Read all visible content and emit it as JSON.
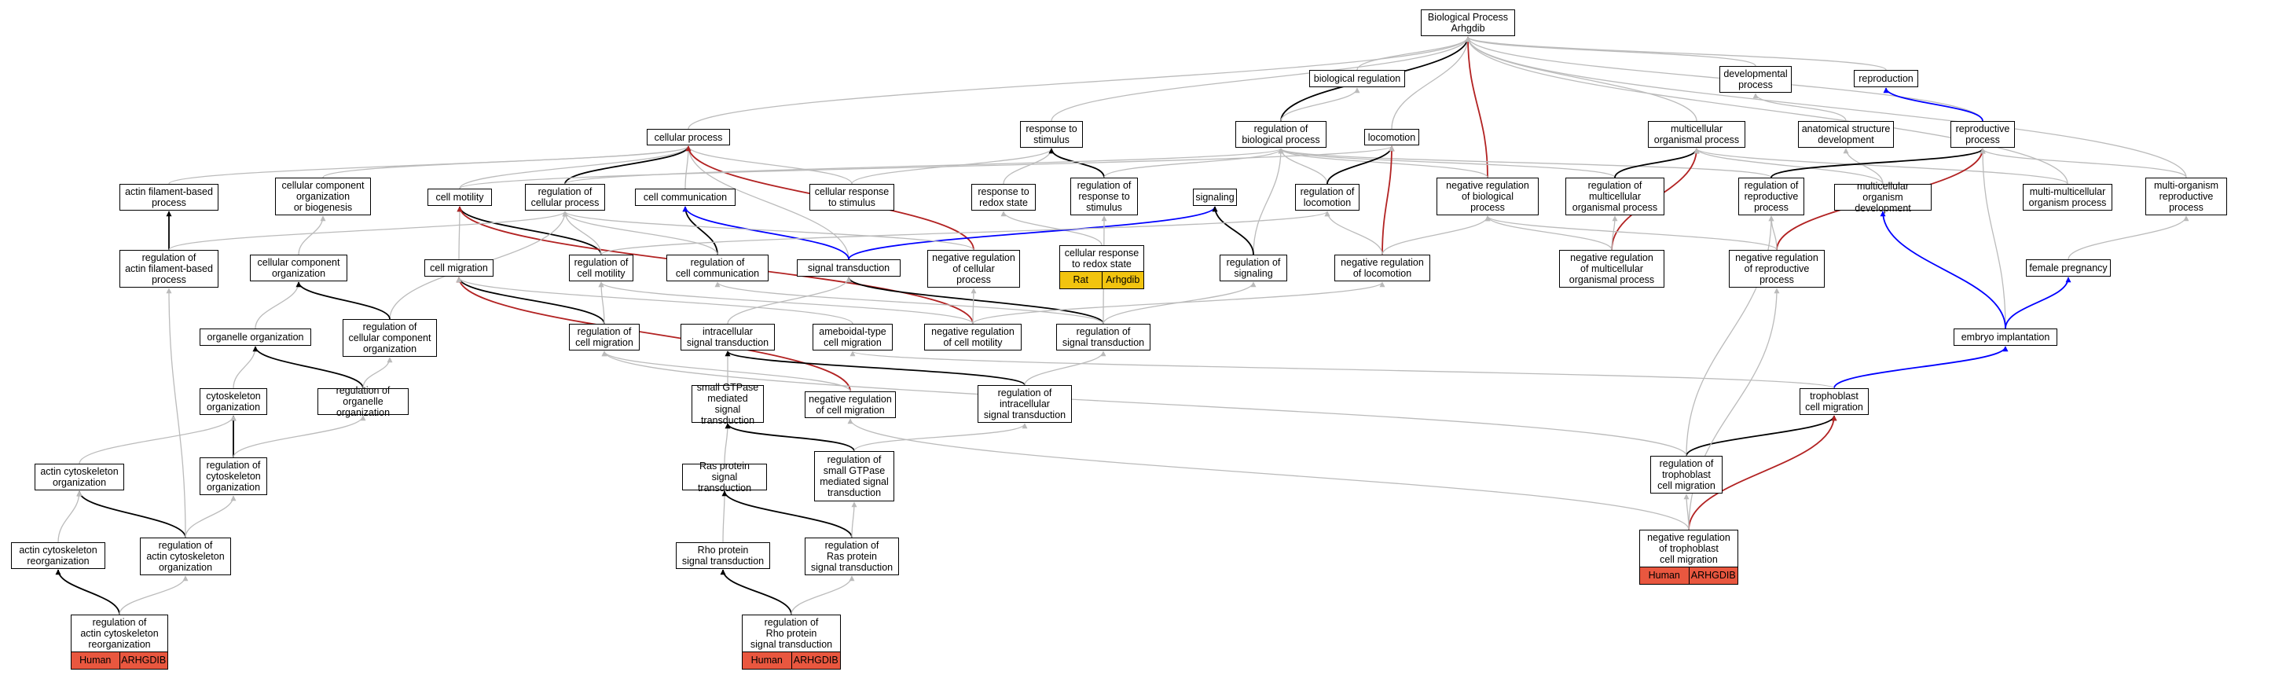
{
  "nodes": [
    {
      "id": "bp",
      "label": "Biological Process\nArhgdib"
    },
    {
      "id": "breg",
      "label": "biological regulation"
    },
    {
      "id": "dev",
      "label": "developmental\nprocess"
    },
    {
      "id": "repro",
      "label": "reproduction"
    },
    {
      "id": "cellp",
      "label": "cellular process"
    },
    {
      "id": "resp",
      "label": "response to\nstimulus"
    },
    {
      "id": "regbp",
      "label": "regulation of\nbiological process"
    },
    {
      "id": "loco",
      "label": "locomotion"
    },
    {
      "id": "mop",
      "label": "multicellular\norganismal process"
    },
    {
      "id": "asd",
      "label": "anatomical structure\ndevelopment"
    },
    {
      "id": "rp",
      "label": "reproductive\nprocess"
    },
    {
      "id": "afb",
      "label": "actin filament-based\nprocess"
    },
    {
      "id": "ccob",
      "label": "cellular component\norganization\nor biogenesis"
    },
    {
      "id": "cmot",
      "label": "cell motility"
    },
    {
      "id": "regcp",
      "label": "regulation of\ncellular process"
    },
    {
      "id": "ccomm",
      "label": "cell communication"
    },
    {
      "id": "crs",
      "label": "cellular response\nto stimulus"
    },
    {
      "id": "rrs",
      "label": "response to\nredox state"
    },
    {
      "id": "regrs",
      "label": "regulation of\nresponse to\nstimulus"
    },
    {
      "id": "sig",
      "label": "signaling"
    },
    {
      "id": "regloco",
      "label": "regulation of\nlocomotion"
    },
    {
      "id": "nrbp",
      "label": "negative regulation\nof biological\nprocess"
    },
    {
      "id": "rmop",
      "label": "regulation of\nmulticellular\norganismal process"
    },
    {
      "id": "rrp",
      "label": "regulation of\nreproductive\nprocess"
    },
    {
      "id": "mod",
      "label": "multicellular\norganism development"
    },
    {
      "id": "mmop",
      "label": "multi-multicellular\norganism process"
    },
    {
      "id": "morp",
      "label": "multi-organism\nreproductive\nprocess"
    },
    {
      "id": "rafb",
      "label": "regulation of\nactin filament-based\nprocess"
    },
    {
      "id": "cco",
      "label": "cellular component\norganization"
    },
    {
      "id": "cmig",
      "label": "cell migration"
    },
    {
      "id": "rcm",
      "label": "regulation of\ncell motility"
    },
    {
      "id": "rcc",
      "label": "regulation of\ncell communication"
    },
    {
      "id": "st",
      "label": "signal transduction"
    },
    {
      "id": "nrcp",
      "label": "negative regulation\nof cellular\nprocess"
    },
    {
      "id": "crrs",
      "label": "cellular response\nto redox state",
      "tags": [
        "Rat",
        "Arhgdib"
      ],
      "tagClass": "tag-gold"
    },
    {
      "id": "rsig",
      "label": "regulation of\nsignaling"
    },
    {
      "id": "nrloco",
      "label": "negative regulation\nof locomotion"
    },
    {
      "id": "nrmop",
      "label": "negative regulation\nof multicellular\norganismal process"
    },
    {
      "id": "nrrp",
      "label": "negative regulation\nof reproductive\nprocess"
    },
    {
      "id": "fp",
      "label": "female pregnancy"
    },
    {
      "id": "oo",
      "label": "organelle organization"
    },
    {
      "id": "rcco",
      "label": "regulation of\ncellular component\norganization"
    },
    {
      "id": "rcmig",
      "label": "regulation of\ncell migration"
    },
    {
      "id": "ist",
      "label": "intracellular\nsignal transduction"
    },
    {
      "id": "acm",
      "label": "ameboidal-type\ncell migration"
    },
    {
      "id": "nrcmot",
      "label": "negative regulation\nof cell motility"
    },
    {
      "id": "rst",
      "label": "regulation of\nsignal transduction"
    },
    {
      "id": "ei",
      "label": "embryo implantation"
    },
    {
      "id": "co",
      "label": "cytoskeleton\norganization"
    },
    {
      "id": "roo",
      "label": "regulation of\norganelle organization"
    },
    {
      "id": "sgtp",
      "label": "small GTPase\nmediated signal\ntransduction"
    },
    {
      "id": "nrcmig",
      "label": "negative regulation\nof cell migration"
    },
    {
      "id": "rist",
      "label": "regulation of\nintracellular\nsignal transduction"
    },
    {
      "id": "tcm",
      "label": "trophoblast\ncell migration"
    },
    {
      "id": "aco",
      "label": "actin cytoskeleton\norganization"
    },
    {
      "id": "rco",
      "label": "regulation of\ncytoskeleton\norganization"
    },
    {
      "id": "rps",
      "label": "Ras protein\nsignal transduction"
    },
    {
      "id": "rsgtp",
      "label": "regulation of\nsmall GTPase\nmediated signal\ntransduction"
    },
    {
      "id": "rtcm",
      "label": "regulation of\ntrophoblast\ncell migration"
    },
    {
      "id": "acr",
      "label": "actin cytoskeleton\nreorganization"
    },
    {
      "id": "raco",
      "label": "regulation of\nactin cytoskeleton\norganization"
    },
    {
      "id": "rhops",
      "label": "Rho protein\nsignal transduction"
    },
    {
      "id": "rrps",
      "label": "regulation of\nRas protein\nsignal transduction"
    },
    {
      "id": "nrtcm",
      "label": "negative regulation\nof trophoblast\ncell migration",
      "tags": [
        "Human",
        "ARHGDIB"
      ],
      "tagClass": "tag-red"
    },
    {
      "id": "racr",
      "label": "regulation of\nactin cytoskeleton\nreorganization",
      "tags": [
        "Human",
        "ARHGDIB"
      ],
      "tagClass": "tag-red"
    },
    {
      "id": "rrhops",
      "label": "regulation of\nRho protein\nsignal transduction",
      "tags": [
        "Human",
        "ARHGDIB"
      ],
      "tagClass": "tag-red"
    }
  ],
  "edges": [
    [
      "breg",
      "bp",
      "#bbbbbb"
    ],
    [
      "dev",
      "bp",
      "#bbbbbb"
    ],
    [
      "repro",
      "bp",
      "#bbbbbb"
    ],
    [
      "cellp",
      "bp",
      "#bbbbbb"
    ],
    [
      "resp",
      "bp",
      "#bbbbbb"
    ],
    [
      "regbp",
      "bp",
      "#000000"
    ],
    [
      "loco",
      "bp",
      "#bbbbbb"
    ],
    [
      "mop",
      "bp",
      "#bbbbbb"
    ],
    [
      "rp",
      "bp",
      "#bbbbbb"
    ],
    [
      "nrbp",
      "bp",
      "#b22222"
    ],
    [
      "mmop",
      "bp",
      "#bbbbbb"
    ],
    [
      "morp",
      "bp",
      "#bbbbbb"
    ],
    [
      "regbp",
      "breg",
      "#bbbbbb"
    ],
    [
      "asd",
      "dev",
      "#bbbbbb"
    ],
    [
      "rp",
      "repro",
      "#0000ff"
    ],
    [
      "afb",
      "cellp",
      "#bbbbbb"
    ],
    [
      "ccob",
      "cellp",
      "#bbbbbb"
    ],
    [
      "cmot",
      "cellp",
      "#bbbbbb"
    ],
    [
      "regcp",
      "cellp",
      "#000000"
    ],
    [
      "ccomm",
      "cellp",
      "#bbbbbb"
    ],
    [
      "crs",
      "cellp",
      "#bbbbbb"
    ],
    [
      "st",
      "cellp",
      "#bbbbbb"
    ],
    [
      "nrcp",
      "cellp",
      "#b22222"
    ],
    [
      "crs",
      "resp",
      "#bbbbbb"
    ],
    [
      "rrs",
      "resp",
      "#bbbbbb"
    ],
    [
      "regrs",
      "resp",
      "#000000"
    ],
    [
      "regrs",
      "regbp",
      "#bbbbbb"
    ],
    [
      "regloco",
      "regbp",
      "#bbbbbb"
    ],
    [
      "nrbp",
      "regbp",
      "#bbbbbb"
    ],
    [
      "rsig",
      "regbp",
      "#bbbbbb"
    ],
    [
      "rmop",
      "regbp",
      "#bbbbbb"
    ],
    [
      "rrp",
      "regbp",
      "#bbbbbb"
    ],
    [
      "regcp",
      "regbp",
      "#bbbbbb"
    ],
    [
      "regloco",
      "loco",
      "#000000"
    ],
    [
      "nrloco",
      "loco",
      "#b22222"
    ],
    [
      "cmot",
      "loco",
      "#bbbbbb"
    ],
    [
      "rmop",
      "mop",
      "#000000"
    ],
    [
      "nrmop",
      "mop",
      "#b22222"
    ],
    [
      "mod",
      "mop",
      "#bbbbbb"
    ],
    [
      "mmop",
      "mop",
      "#bbbbbb"
    ],
    [
      "mod",
      "asd",
      "#bbbbbb"
    ],
    [
      "rrp",
      "rp",
      "#000000"
    ],
    [
      "nrrp",
      "rp",
      "#b22222"
    ],
    [
      "morp",
      "rp",
      "#bbbbbb"
    ],
    [
      "ei",
      "rp",
      "#bbbbbb"
    ],
    [
      "rafb",
      "afb",
      "#000000"
    ],
    [
      "cco",
      "ccob",
      "#bbbbbb"
    ],
    [
      "cmig",
      "cmot",
      "#bbbbbb"
    ],
    [
      "rcm",
      "cmot",
      "#000000"
    ],
    [
      "nrcmot",
      "cmot",
      "#b22222"
    ],
    [
      "rcc",
      "ccomm",
      "#000000"
    ],
    [
      "st",
      "ccomm",
      "#0000ff"
    ],
    [
      "crrs",
      "rrs",
      "#bbbbbb"
    ],
    [
      "st",
      "sig",
      "#0000ff"
    ],
    [
      "rsig",
      "sig",
      "#000000"
    ],
    [
      "rcm",
      "regcp",
      "#bbbbbb"
    ],
    [
      "rcc",
      "regcp",
      "#bbbbbb"
    ],
    [
      "nrcp",
      "regcp",
      "#bbbbbb"
    ],
    [
      "rafb",
      "regcp",
      "#bbbbbb"
    ],
    [
      "rcco",
      "regcp",
      "#bbbbbb"
    ],
    [
      "nrloco",
      "regloco",
      "#bbbbbb"
    ],
    [
      "rcm",
      "regloco",
      "#bbbbbb"
    ],
    [
      "nrloco",
      "nrbp",
      "#bbbbbb"
    ],
    [
      "nrmop",
      "nrbp",
      "#bbbbbb"
    ],
    [
      "nrrp",
      "nrbp",
      "#bbbbbb"
    ],
    [
      "nrmop",
      "rmop",
      "#bbbbbb"
    ],
    [
      "nrrp",
      "rrp",
      "#bbbbbb"
    ],
    [
      "rtcm",
      "rrp",
      "#bbbbbb"
    ],
    [
      "ei",
      "mod",
      "#0000ff"
    ],
    [
      "fp",
      "morp",
      "#bbbbbb"
    ],
    [
      "ei",
      "fp",
      "#0000ff"
    ],
    [
      "oo",
      "cco",
      "#bbbbbb"
    ],
    [
      "rcco",
      "cco",
      "#000000"
    ],
    [
      "rcmig",
      "cmig",
      "#000000"
    ],
    [
      "nrcmig",
      "cmig",
      "#b22222"
    ],
    [
      "rst",
      "st",
      "#000000"
    ],
    [
      "ist",
      "st",
      "#bbbbbb"
    ],
    [
      "acm",
      "cmig",
      "#bbbbbb"
    ],
    [
      "nrcmot",
      "rcm",
      "#bbbbbb"
    ],
    [
      "rcmig",
      "rcm",
      "#bbbbbb"
    ],
    [
      "rst",
      "rcc",
      "#bbbbbb"
    ],
    [
      "rst",
      "regrs",
      "#bbbbbb"
    ],
    [
      "rst",
      "rsig",
      "#bbbbbb"
    ],
    [
      "nrcmot",
      "nrcp",
      "#bbbbbb"
    ],
    [
      "nrcmot",
      "nrloco",
      "#bbbbbb"
    ],
    [
      "co",
      "oo",
      "#bbbbbb"
    ],
    [
      "roo",
      "oo",
      "#000000"
    ],
    [
      "roo",
      "rcco",
      "#bbbbbb"
    ],
    [
      "sgtp",
      "ist",
      "#bbbbbb"
    ],
    [
      "rist",
      "ist",
      "#000000"
    ],
    [
      "nrcmig",
      "rcmig",
      "#bbbbbb"
    ],
    [
      "rist",
      "rst",
      "#bbbbbb"
    ],
    [
      "tcm",
      "ei",
      "#0000ff"
    ],
    [
      "tcm",
      "acm",
      "#bbbbbb"
    ],
    [
      "rco",
      "co",
      "#000000"
    ],
    [
      "aco",
      "co",
      "#bbbbbb"
    ],
    [
      "rco",
      "roo",
      "#bbbbbb"
    ],
    [
      "rps",
      "sgtp",
      "#bbbbbb"
    ],
    [
      "rsgtp",
      "sgtp",
      "#000000"
    ],
    [
      "rsgtp",
      "rist",
      "#bbbbbb"
    ],
    [
      "rtcm",
      "tcm",
      "#000000"
    ],
    [
      "nrtcm",
      "tcm",
      "#b22222"
    ],
    [
      "rtcm",
      "rcmig",
      "#bbbbbb"
    ],
    [
      "raco",
      "aco",
      "#000000"
    ],
    [
      "acr",
      "aco",
      "#bbbbbb"
    ],
    [
      "raco",
      "rco",
      "#bbbbbb"
    ],
    [
      "raco",
      "rafb",
      "#bbbbbb"
    ],
    [
      "rhops",
      "rps",
      "#bbbbbb"
    ],
    [
      "rrps",
      "rps",
      "#000000"
    ],
    [
      "rrps",
      "rsgtp",
      "#bbbbbb"
    ],
    [
      "nrtcm",
      "rtcm",
      "#bbbbbb"
    ],
    [
      "nrtcm",
      "nrcmig",
      "#bbbbbb"
    ],
    [
      "nrtcm",
      "nrrp",
      "#bbbbbb"
    ],
    [
      "racr",
      "acr",
      "#000000"
    ],
    [
      "racr",
      "raco",
      "#bbbbbb"
    ],
    [
      "rrhops",
      "rhops",
      "#000000"
    ],
    [
      "rrhops",
      "rrps",
      "#bbbbbb"
    ]
  ]
}
